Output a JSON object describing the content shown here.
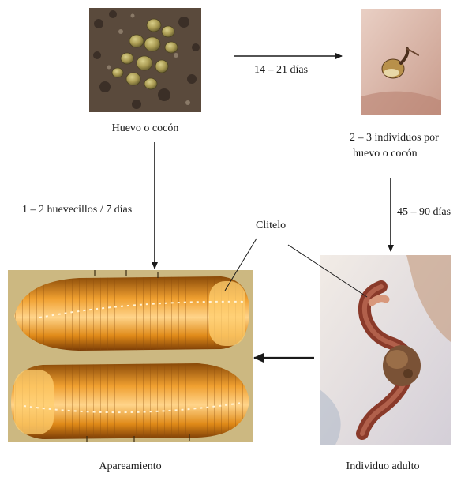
{
  "stages": {
    "egg": {
      "caption": "Huevo o cocón",
      "image": "earthworm-cocoons-on-soil-photo"
    },
    "hatchling": {
      "caption_line1": "2 – 3 individuos por",
      "caption_line2": "huevo o cocón",
      "image": "hatchling-emerging-from-cocoon-photo"
    },
    "adult": {
      "caption": "Individuo adulto",
      "image": "adult-earthworm-on-hand-photo"
    },
    "mating": {
      "caption": "Apareamiento",
      "image": "two-earthworms-mating-photo"
    }
  },
  "transitions": {
    "egg_to_hatchling": "14 – 21 días",
    "hatchling_to_adult": "45 – 90 días",
    "mating_to_egg": "1 – 2 huevecillos / 7 días"
  },
  "annotations": {
    "clitellum": "Clitelo"
  }
}
